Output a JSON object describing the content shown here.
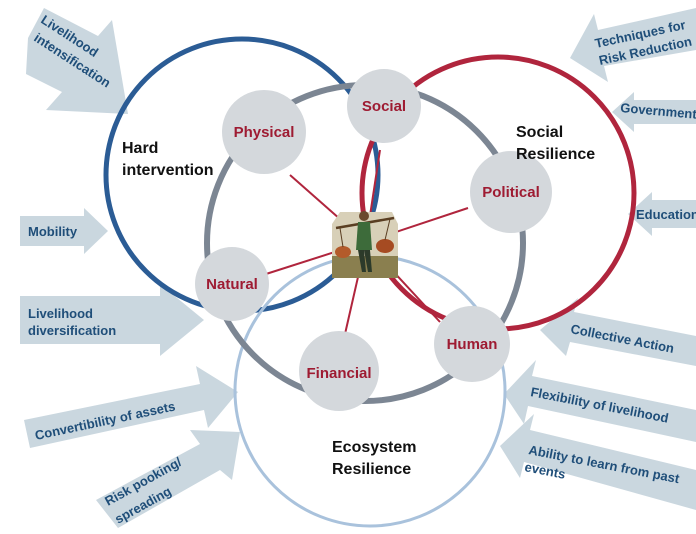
{
  "diagram": {
    "rings": {
      "hard": {
        "line1": "Hard",
        "line2": "intervention"
      },
      "social": {
        "line1": "Social",
        "line2": "Resilience"
      },
      "ecosystem": {
        "line1": "Ecosystem",
        "line2": "Resilience"
      }
    },
    "nodes": {
      "social": "Social",
      "physical": "Physical",
      "political": "Political",
      "natural": "Natural",
      "human": "Human",
      "financial": "Financial"
    },
    "arrows": {
      "livelihood_intensification": {
        "line1": "Livelihood",
        "line2": "intensification"
      },
      "mobility": "Mobility",
      "livelihood_diversification": {
        "line1": "Livelihood",
        "line2": "diversification"
      },
      "convertibility": "Convertibility of assets",
      "risk_pooling": {
        "line1": "Risk pooking/",
        "line2": "spreading"
      },
      "techniques": {
        "line1": "Techniques for",
        "line2": "Risk Reduction"
      },
      "government": "Government",
      "education": "Education",
      "collective_action": "Collective Action",
      "flexibility": "Flexibility of livelihood",
      "ability": {
        "line1": "Ability to learn from past",
        "line2": "events"
      }
    },
    "colors": {
      "hard_ring": "#2b5c95",
      "social_ring": "#b0253d",
      "eco_ring": "#a9c2dc",
      "asset_ring": "#7c8693",
      "node_fill": "#d4d8dc",
      "node_text": "#9e1b32",
      "spoke": "#b0253d",
      "arrow_fill": "#cad7df",
      "arrow_text": "#1f4e79"
    }
  }
}
